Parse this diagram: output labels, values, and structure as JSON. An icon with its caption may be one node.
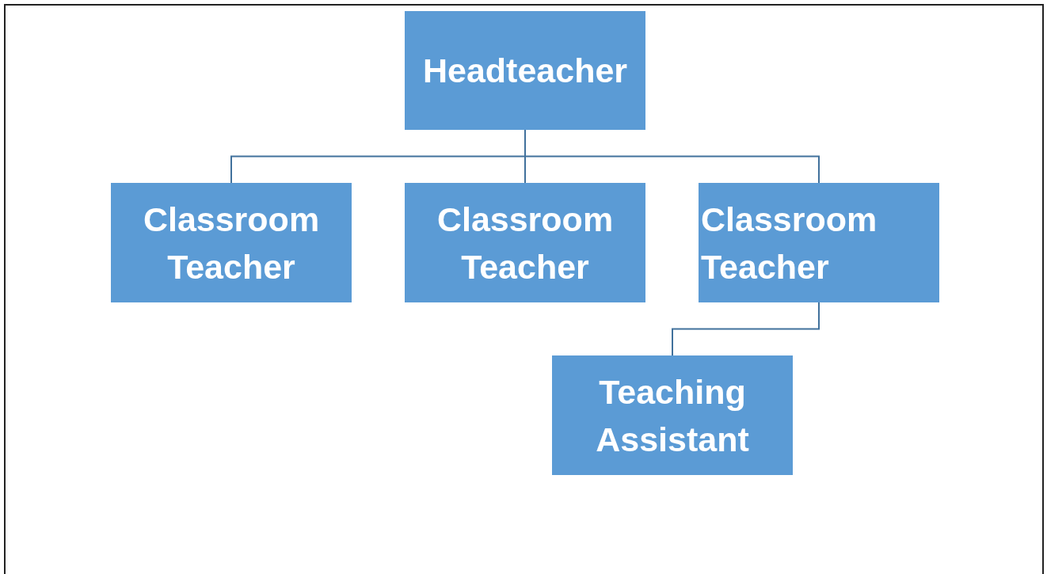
{
  "diagram": {
    "nodes": [
      {
        "text": [
          "Headteacher"
        ]
      },
      {
        "text": [
          "Classroom Teacher"
        ]
      },
      {
        "text": [
          "Classroom Teacher"
        ]
      },
      {
        "text": [
          "Classroom Teacher"
        ]
      },
      {
        "text": [
          "Teaching Assistant"
        ]
      }
    ],
    "edges": [
      {
        "from": 0,
        "to": 1,
        "arrow": "none"
      },
      {
        "from": 0,
        "to": 2,
        "arrow": "none"
      },
      {
        "from": 0,
        "to": 3,
        "arrow": "none"
      },
      {
        "from": 3,
        "to": 4,
        "arrow": "none"
      }
    ]
  }
}
